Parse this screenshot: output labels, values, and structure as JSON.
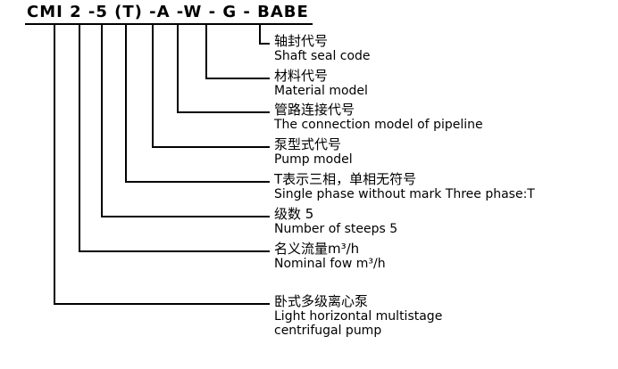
{
  "title": {
    "code": "CMI 2 -5 (T) -A -W - G - BABE"
  },
  "labels": [
    {
      "zh": "轴封代号",
      "en": "Shaft seal code"
    },
    {
      "zh": "材料代号",
      "en": "Material model"
    },
    {
      "zh": "管路连接代号",
      "en": "The connection model of pipeline"
    },
    {
      "zh": "泵型式代号",
      "en": "Pump model"
    },
    {
      "zh": "T表示三相，单相无符号",
      "en": "Single phase without mark Three phase:T"
    },
    {
      "zh": "级数 5",
      "en": "Number of steeps  5"
    },
    {
      "zh": "名义流量m³/h",
      "en": "Nominal fow m³/h"
    },
    {
      "zh": "卧式多级离心泵",
      "en": "Light horizontal multistage\ncentrifugal pump"
    }
  ]
}
